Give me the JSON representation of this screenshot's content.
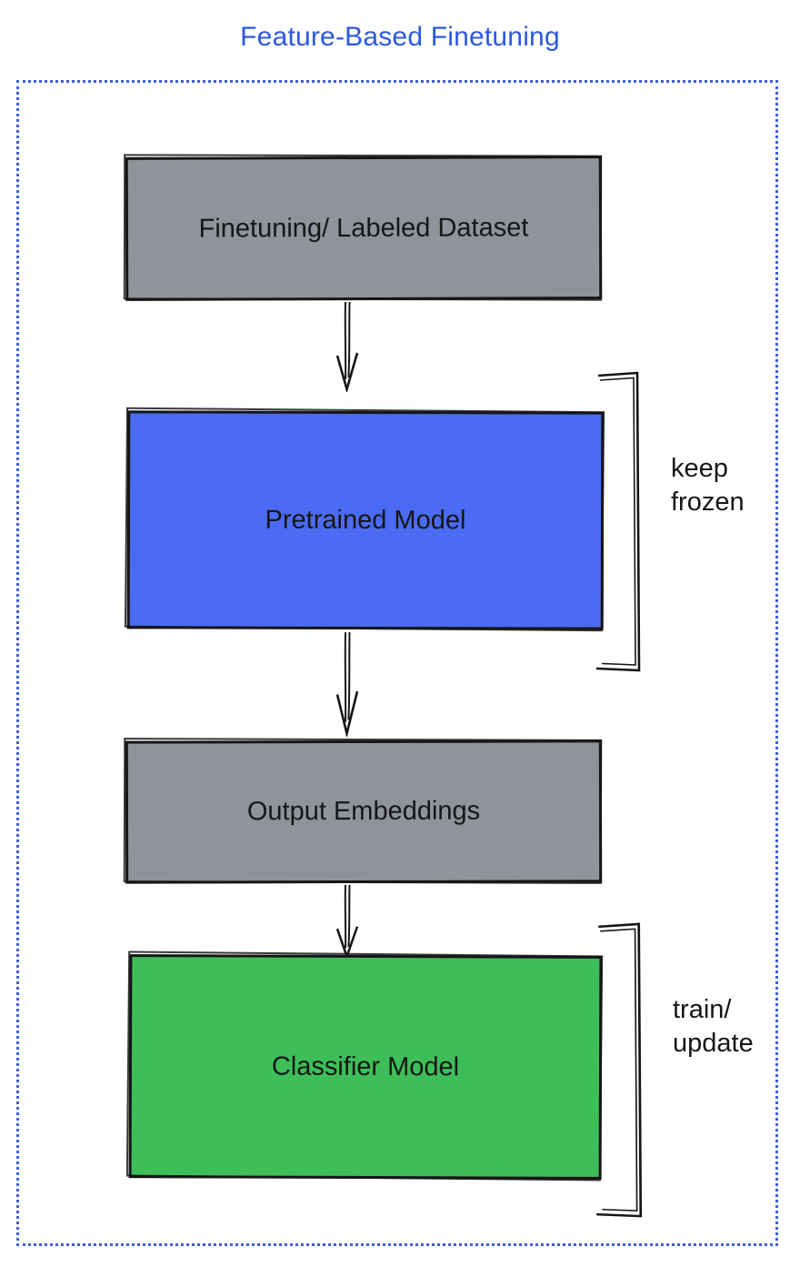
{
  "title": "Feature-Based Finetuning",
  "colors": {
    "title_text": "#2C59DE",
    "frame_border": "#3E5FDC",
    "gray_box": "#8E9499",
    "blue_box": "#4A6BF2",
    "green_box": "#3EBE59",
    "ink": "#161616"
  },
  "nodes": [
    {
      "id": "finetuning-dataset",
      "label": "Finetuning/ Labeled Dataset",
      "color": "gray"
    },
    {
      "id": "pretrained-model",
      "label": "Pretrained Model",
      "color": "blue"
    },
    {
      "id": "output-embeddings",
      "label": "Output Embeddings",
      "color": "gray"
    },
    {
      "id": "classifier-model",
      "label": "Classifier Model",
      "color": "green"
    }
  ],
  "annotations": [
    {
      "label": "keep\nfrozen",
      "target": "pretrained-model"
    },
    {
      "label": "train/\nupdate",
      "target": "classifier-model"
    }
  ],
  "flow": [
    "finetuning-dataset -> pretrained-model",
    "pretrained-model -> output-embeddings",
    "output-embeddings -> classifier-model"
  ]
}
